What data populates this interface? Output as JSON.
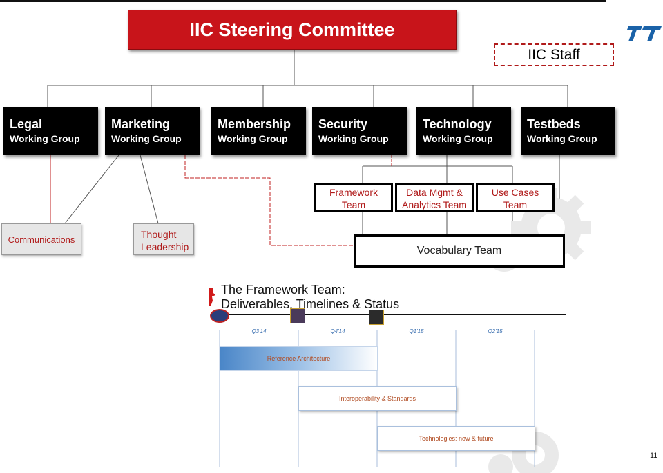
{
  "org": {
    "steering": "IIC Steering Committee",
    "staff": "IIC Staff",
    "working_groups": [
      {
        "name": "Legal",
        "sub": "Working Group"
      },
      {
        "name": "Marketing",
        "sub": "Working Group"
      },
      {
        "name": "Membership",
        "sub": "Working Group"
      },
      {
        "name": "Security",
        "sub": "Working Group"
      },
      {
        "name": "Technology",
        "sub": "Working Group"
      },
      {
        "name": "Testbeds",
        "sub": "Working Group"
      }
    ],
    "teams": {
      "framework": [
        "Framework",
        "Team"
      ],
      "data_mgmt": [
        "Data Mgmt &",
        "Analytics Team"
      ],
      "use_cases": [
        "Use Cases",
        "Team"
      ],
      "vocabulary": "Vocabulary Team"
    },
    "marketing_subgroups": {
      "communications": "Communications",
      "thought_leadership": [
        "Thought",
        "Leadership"
      ]
    }
  },
  "timeline": {
    "title_line1": "The Framework Team:",
    "title_line2": "Deliverables, Timelines & Status",
    "quarters": [
      "Q3'14",
      "Q4'14",
      "Q1'15",
      "Q2'15"
    ],
    "deliverables": [
      "Reference Architecture",
      "Interoperability & Standards",
      "Technologies: now & future"
    ]
  },
  "page_number": "11",
  "colors": {
    "accent_red": "#c8141a",
    "dark": "#000000",
    "bar_blue": "#4a86c8"
  }
}
